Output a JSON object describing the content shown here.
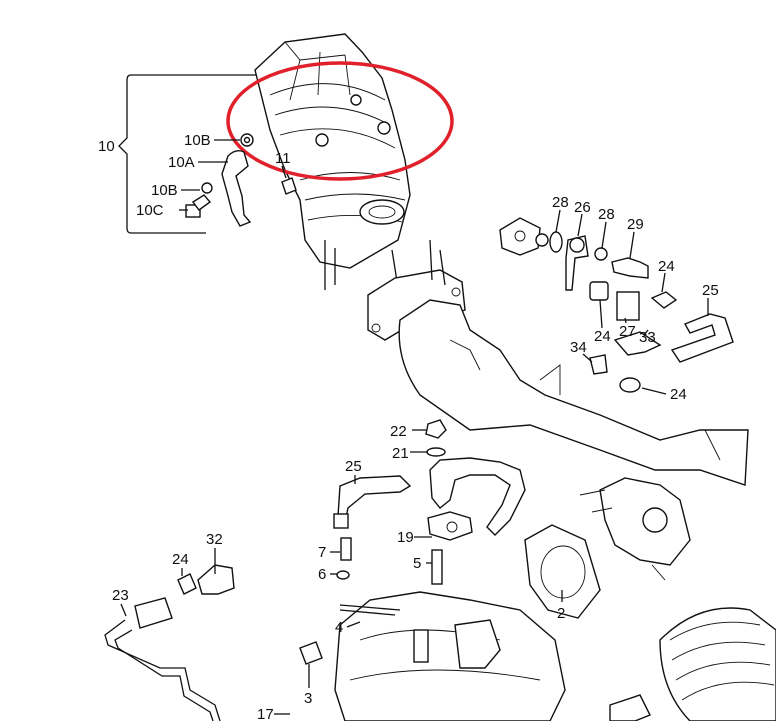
{
  "diagram": {
    "labels": {
      "l10": "10",
      "l10b_top": "10B",
      "l10a": "10A",
      "l10b_bottom": "10B",
      "l10c": "10C",
      "l11": "11",
      "l28_left": "28",
      "l26": "26",
      "l28_right": "28",
      "l29": "29",
      "l24_a": "24",
      "l25_right": "25",
      "l24_b": "24",
      "l27": "27",
      "l33": "33",
      "l34": "34",
      "l24_c": "24",
      "l22": "22",
      "l21": "21",
      "l25_mid": "25",
      "l19": "19",
      "l7": "7",
      "l6": "6",
      "l5": "5",
      "l2": "2",
      "l32": "32",
      "l24_d": "24",
      "l23": "23",
      "l4": "4",
      "l3": "3",
      "l17": "17"
    },
    "highlight_color": "#e0202a",
    "line_color": "#111111"
  }
}
